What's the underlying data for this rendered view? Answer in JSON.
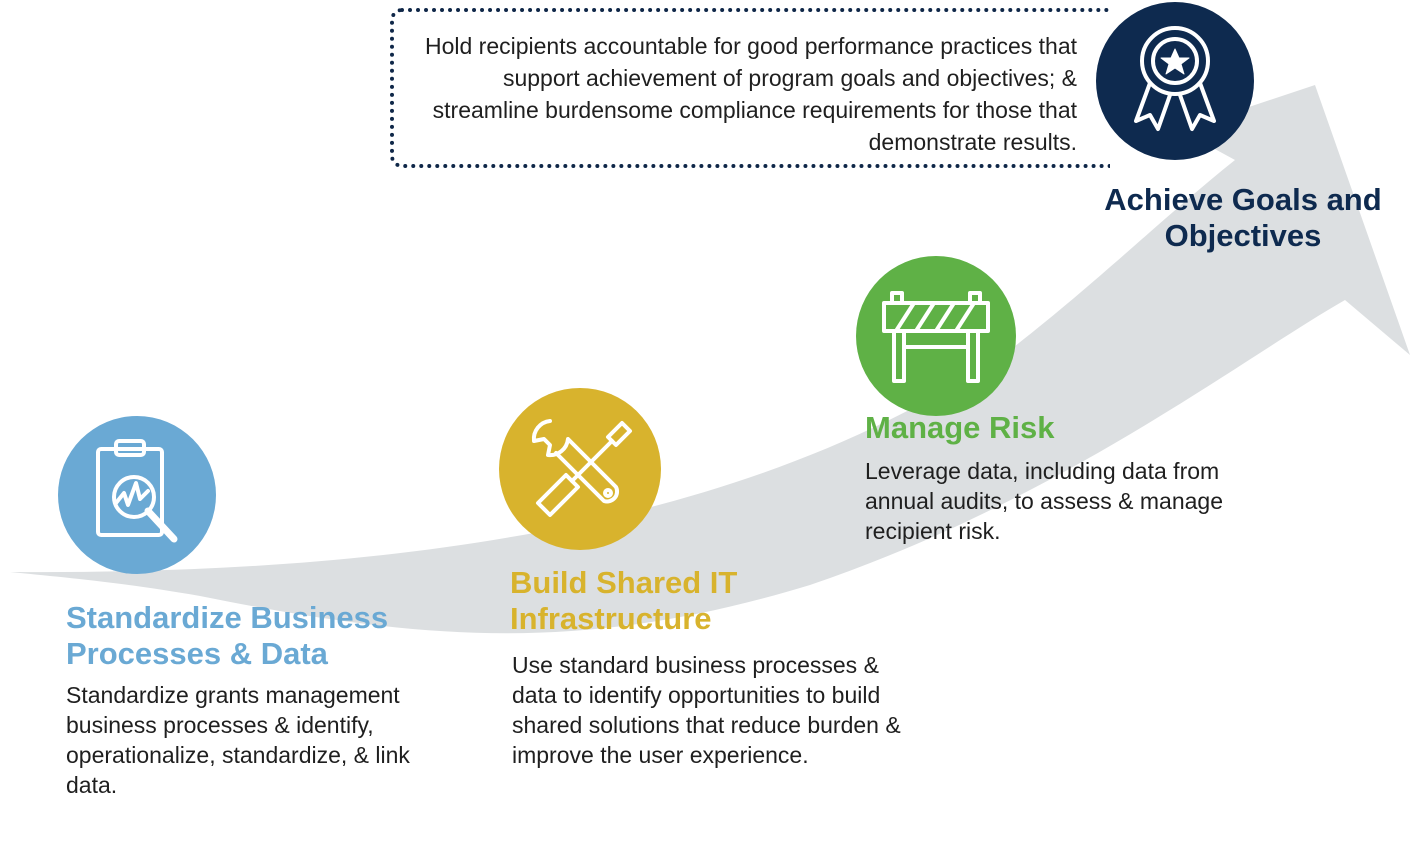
{
  "callout": {
    "text": "Hold recipients accountable for good performance practices that support achievement of program goals and objectives; & streamline burdensome compliance requirements for those that demonstrate results."
  },
  "steps": [
    {
      "title": "Standardize Business Processes & Data",
      "description": "Standardize grants management business processes & identify, operationalize, standardize, & link data.",
      "icon": "clipboard-magnifier-icon",
      "color": "#6aa9d4"
    },
    {
      "title": "Build Shared IT Infrastructure",
      "description": "Use standard business processes & data to identify opportunities to build shared solutions that reduce burden & improve the user experience.",
      "icon": "wrench-screwdriver-icon",
      "color": "#d8b32d"
    },
    {
      "title": "Manage Risk",
      "description": "Leverage data, including data from annual audits, to assess & manage recipient risk.",
      "icon": "barrier-icon",
      "color": "#5fb146"
    },
    {
      "title": "Achieve Goals and Objectives",
      "icon": "award-ribbon-icon",
      "color": "#0e2a4f"
    }
  ],
  "colors": {
    "arrow": "#dcdfe1",
    "callout_border": "#0f2748"
  }
}
